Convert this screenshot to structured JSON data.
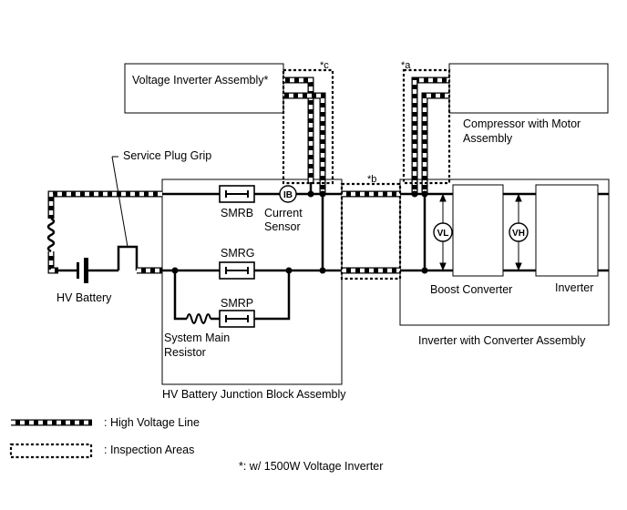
{
  "components": {
    "voltage_inverter": "Voltage Inverter Assembly*",
    "compressor": [
      "Compressor with Motor",
      "Assembly"
    ],
    "service_plug": "Service Plug Grip",
    "smrb": "SMRB",
    "smrg": "SMRG",
    "smrp": "SMRP",
    "current_sensor": [
      "Current",
      "Sensor"
    ],
    "current_sensor_symbol": "IB",
    "hv_battery": "HV Battery",
    "system_main_resistor": [
      "System Main",
      "Resistor"
    ],
    "junction_block": "HV Battery Junction Block Assembly",
    "boost_converter": "Boost Converter",
    "inverter": "Inverter",
    "inverter_converter": "Inverter with Converter Assembly",
    "vl": "VL",
    "vh": "VH"
  },
  "area_markers": {
    "a": "*a",
    "b": "*b",
    "c": "*c"
  },
  "legend": {
    "high_voltage": ": High Voltage Line",
    "inspection": ": Inspection Areas",
    "footnote": "*: w/ 1500W Voltage Inverter"
  }
}
